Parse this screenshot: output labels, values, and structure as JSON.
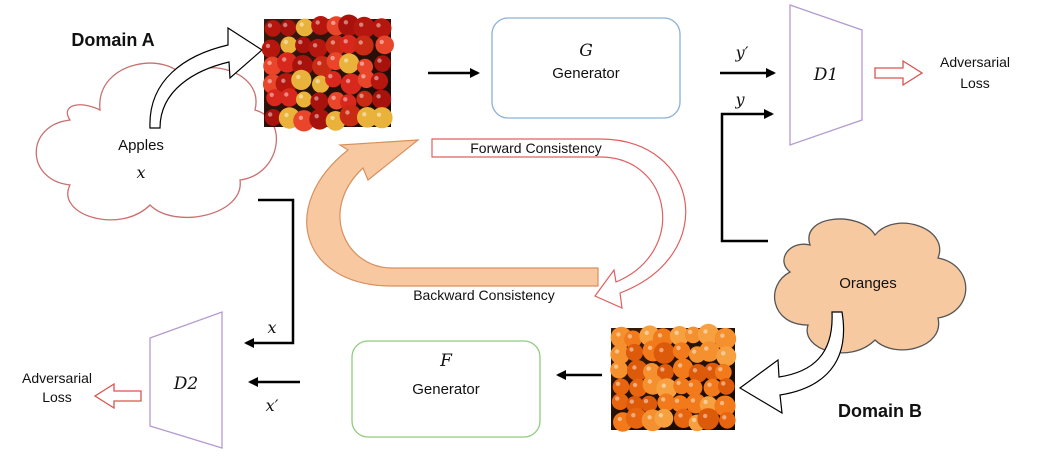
{
  "domain_a": {
    "title": "Domain A",
    "cloud_label": "Apples",
    "cloud_var": "x"
  },
  "domain_b": {
    "title": "Domain B",
    "cloud_label": "Oranges"
  },
  "generator_g": {
    "symbol": "G",
    "label": "Generator"
  },
  "generator_f": {
    "symbol": "F",
    "label": "Generator"
  },
  "discriminator_1": {
    "label": "D1",
    "loss_line1": "Adversarial",
    "loss_line2": "Loss"
  },
  "discriminator_2": {
    "label": "D2",
    "loss_line1": "Adversarial",
    "loss_line2": "Loss"
  },
  "edges": {
    "y_prime": "y′",
    "y": "y",
    "x": "x",
    "x_prime": "x′"
  },
  "consistency": {
    "forward": "Forward Consistency",
    "backward": "Backward Consistency"
  },
  "colors": {
    "generator_g_border": "#8ab0d8",
    "generator_f_border": "#8fcc7d",
    "discriminator_border": "#b49ad0",
    "loss_arrow": "#d9534f",
    "forward_band_fill": "#ffffff",
    "forward_band_stroke": "#e06060",
    "backward_band_fill": "#f8c9a0",
    "backward_band_stroke": "#d89060",
    "cloud_a_fill": "#ffffff",
    "cloud_a_stroke": "#c97070",
    "cloud_b_fill": "#f6c9a0",
    "cloud_b_stroke": "#555555"
  }
}
